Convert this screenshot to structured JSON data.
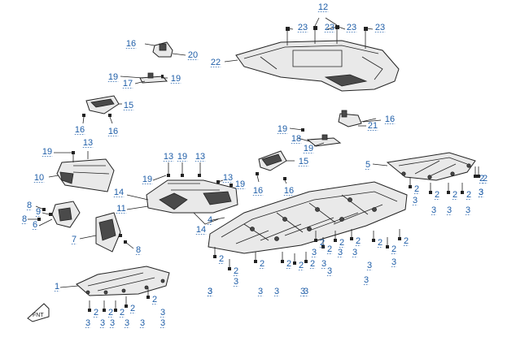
{
  "callouts": [
    {
      "id": "c12",
      "text": "12"
    },
    {
      "id": "c23a",
      "text": "23"
    },
    {
      "id": "c23b",
      "text": "23"
    },
    {
      "id": "c23c",
      "text": "23"
    },
    {
      "id": "c23d",
      "text": "23"
    },
    {
      "id": "c22",
      "text": "22"
    },
    {
      "id": "c16a",
      "text": "16"
    },
    {
      "id": "c20",
      "text": "20"
    },
    {
      "id": "c19a",
      "text": "19"
    },
    {
      "id": "c19b",
      "text": "19"
    },
    {
      "id": "c17",
      "text": "17"
    },
    {
      "id": "c15a",
      "text": "15"
    },
    {
      "id": "c16b",
      "text": "16"
    },
    {
      "id": "c16c",
      "text": "16"
    },
    {
      "id": "c16d",
      "text": "16"
    },
    {
      "id": "c21",
      "text": "21"
    },
    {
      "id": "c19c",
      "text": "19"
    },
    {
      "id": "c18",
      "text": "18"
    },
    {
      "id": "c19d",
      "text": "19"
    },
    {
      "id": "c15b",
      "text": "15"
    },
    {
      "id": "c16e",
      "text": "16"
    },
    {
      "id": "c16f",
      "text": "16"
    },
    {
      "id": "c19e",
      "text": "19"
    },
    {
      "id": "c13a",
      "text": "13"
    },
    {
      "id": "c10",
      "text": "10"
    },
    {
      "id": "c13b",
      "text": "13"
    },
    {
      "id": "c19f",
      "text": "19"
    },
    {
      "id": "c13c",
      "text": "13"
    },
    {
      "id": "c19g",
      "text": "19"
    },
    {
      "id": "c13d",
      "text": "13"
    },
    {
      "id": "c19h",
      "text": "19"
    },
    {
      "id": "c14a",
      "text": "14"
    },
    {
      "id": "c11",
      "text": "11"
    },
    {
      "id": "c14b",
      "text": "14"
    },
    {
      "id": "c4",
      "text": "4"
    },
    {
      "id": "c5",
      "text": "5"
    },
    {
      "id": "c8a",
      "text": "8"
    },
    {
      "id": "c9",
      "text": "9"
    },
    {
      "id": "c8b",
      "text": "8"
    },
    {
      "id": "c6",
      "text": "6"
    },
    {
      "id": "c7",
      "text": "7"
    },
    {
      "id": "c8c",
      "text": "8"
    },
    {
      "id": "c1",
      "text": "1"
    },
    {
      "id": "r2a",
      "text": "2"
    },
    {
      "id": "r3a",
      "text": "3"
    },
    {
      "id": "r2b",
      "text": "2"
    },
    {
      "id": "r3b",
      "text": "3"
    },
    {
      "id": "r2c",
      "text": "2"
    },
    {
      "id": "r3c",
      "text": "3"
    },
    {
      "id": "r2d",
      "text": "2"
    },
    {
      "id": "r3d",
      "text": "3"
    },
    {
      "id": "r2e",
      "text": "2"
    },
    {
      "id": "r3e",
      "text": "3"
    },
    {
      "id": "r2f",
      "text": "2"
    },
    {
      "id": "r3f",
      "text": "3"
    },
    {
      "id": "m2a",
      "text": "2"
    },
    {
      "id": "m3a",
      "text": "3"
    },
    {
      "id": "m2b",
      "text": "2"
    },
    {
      "id": "m3b",
      "text": "3"
    },
    {
      "id": "m2c",
      "text": "2"
    },
    {
      "id": "m3c",
      "text": "3"
    },
    {
      "id": "m2d",
      "text": "2"
    },
    {
      "id": "m3d",
      "text": "3"
    },
    {
      "id": "m2e",
      "text": "2"
    },
    {
      "id": "m3e",
      "text": "3"
    },
    {
      "id": "m2f",
      "text": "2"
    },
    {
      "id": "m3f",
      "text": "3"
    },
    {
      "id": "m2g",
      "text": "2"
    },
    {
      "id": "m3g",
      "text": "3"
    },
    {
      "id": "m2h",
      "text": "2"
    },
    {
      "id": "m3h",
      "text": "3"
    },
    {
      "id": "m2i",
      "text": "2"
    },
    {
      "id": "m3i",
      "text": "3"
    },
    {
      "id": "m2j",
      "text": "2"
    },
    {
      "id": "m3j",
      "text": "3"
    },
    {
      "id": "m2k",
      "text": "2"
    },
    {
      "id": "m3k",
      "text": "3"
    },
    {
      "id": "m2l",
      "text": "2"
    },
    {
      "id": "m3l",
      "text": "3"
    },
    {
      "id": "m2m",
      "text": "2"
    },
    {
      "id": "m3m",
      "text": "3"
    },
    {
      "id": "m3n",
      "text": "3"
    },
    {
      "id": "m3o",
      "text": "3"
    },
    {
      "id": "l2a",
      "text": "2"
    },
    {
      "id": "l3a",
      "text": "3"
    },
    {
      "id": "l2b",
      "text": "2"
    },
    {
      "id": "l3b",
      "text": "3"
    },
    {
      "id": "l2c",
      "text": "2"
    },
    {
      "id": "l3c",
      "text": "3"
    },
    {
      "id": "l2d",
      "text": "2"
    },
    {
      "id": "l3d",
      "text": "3"
    },
    {
      "id": "l2e",
      "text": "2"
    },
    {
      "id": "l3e",
      "text": "3"
    },
    {
      "id": "l3f",
      "text": "3"
    },
    {
      "id": "l3g",
      "text": "3"
    }
  ],
  "corner_mark": {
    "text": "FNT"
  }
}
